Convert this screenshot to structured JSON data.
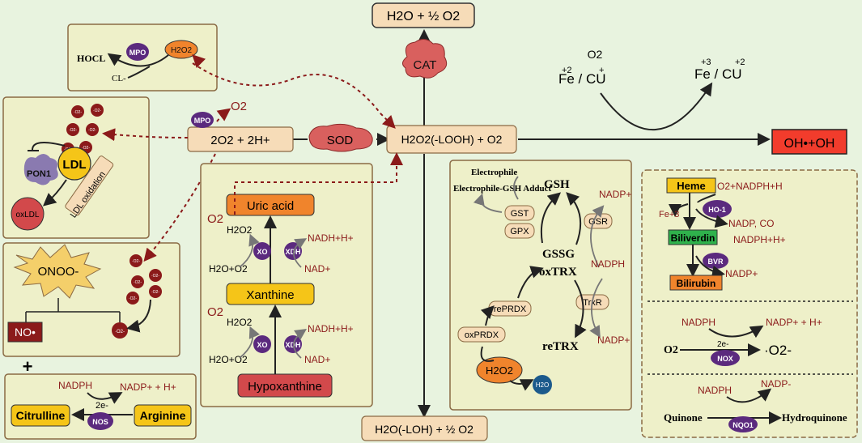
{
  "top": {
    "water_oxygen": "H2O  +  ½ O2",
    "bottom_product": "H2O(-LOH) + ½ O2",
    "hydroxyl": "OH•+OH",
    "cat": "CAT",
    "sod": "SOD",
    "superoxide": "2O2  + 2H+",
    "peroxide": "H2O2(-LOOH) + O2",
    "o2_radical": "O2",
    "mpo": "MPO"
  },
  "metals": {
    "left": "Fe / CU",
    "left_sup_fe": "+2",
    "left_sup_cu": "+",
    "right": "Fe / CU",
    "right_sup_fe": "+3",
    "right_sup_cu": "+2",
    "o2": "O2"
  },
  "hocl": {
    "hocl": "HOCL",
    "mpo": "MPO",
    "h2o2": "H2O2",
    "cl": "CL-"
  },
  "ldl": {
    "ldl": "LDL",
    "pon1": "PON1",
    "oxldl": "oxLDL",
    "oxidation": "LDL oxidation",
    "radical": "·O2-"
  },
  "onoo": {
    "onoo": "ONOO-",
    "no": "NO•",
    "radical": "·O2-"
  },
  "plus": "+",
  "nos": {
    "nadph": "NADPH",
    "nadp": "NADP+ + H+",
    "electrons": "2e-",
    "citrulline": "Citrulline",
    "nos": "NOS",
    "arginine": "Arginine"
  },
  "xanthine": {
    "uric": "Uric acid",
    "xanthine": "Xanthine",
    "hypo": "Hypoxanthine",
    "xo": "XO",
    "xdh": "XDH",
    "o2": "O2",
    "h2o2": "H2O2",
    "h2o_o2": "H2O+O2",
    "nadh": "NADH+H+",
    "nad": "NAD+"
  },
  "glutathione": {
    "electrophile": "Electrophile",
    "adduct": "Electrophile-GSH Adduct",
    "gsh": "GSH",
    "nadp_top": "NADP+",
    "gst": "GST",
    "gpx": "GPX",
    "gsr": "GSR",
    "gssg": "GSSG",
    "oxtrx": "oxTRX",
    "nadph": "NADPH",
    "reprdx": "rePRDX",
    "trxr": "TrxR",
    "oxprdx": "oxPRDX",
    "retrx": "reTRX",
    "nadp_bottom": "NADP+",
    "h2o2": "H2O2",
    "h2o": "H2O"
  },
  "heme": {
    "heme": "Heme",
    "o2nadph": "O2+NADPH+H",
    "fe": "Fe+3",
    "ho1": "HO-1",
    "nadp_co": "NADP, CO",
    "biliverdin": "Biliverdin",
    "nadph_h": "NADPH+H+",
    "bvr": "BVR",
    "nadp": "NADP+",
    "bilirubin": "Bilirubin",
    "nox_nadph": "NADPH",
    "nox_nadp": "NADP+ + H+",
    "o2": "O2",
    "electrons": "2e-",
    "nox": "NOX",
    "o2_radical": "·O2-",
    "nq_nadph": "NADPH",
    "nq_nadp": "NADP-",
    "quinone": "Quinone",
    "nqo1": "NQO1",
    "hydroquinone": "Hydroquinone"
  },
  "colors": {
    "background": "#e8f3df",
    "panel": "#eef0c9",
    "radical": "#8b1a1a",
    "enzyme": "#5b2a7e",
    "orange": "#f0842c",
    "yellow": "#f5c518",
    "red_box": "#f23c2c",
    "green_box": "#2fb24c",
    "peach": "#f6dcb8"
  }
}
